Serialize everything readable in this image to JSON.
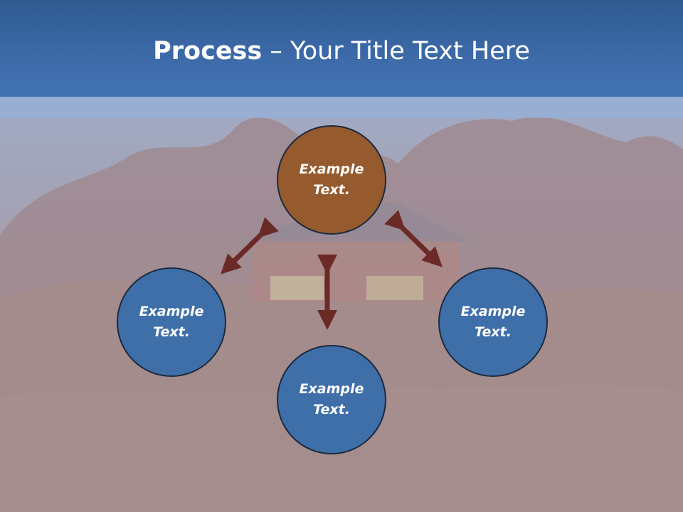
{
  "title": {
    "bold": "Process",
    "rest": " – Your Title Text Here"
  },
  "nodes": [
    {
      "label": "Example Text.",
      "color": "#955a2d",
      "position": "top"
    },
    {
      "label": "Example Text.",
      "color": "#3f6fa9",
      "position": "left"
    },
    {
      "label": "Example Text.",
      "color": "#3f6fa9",
      "position": "right"
    },
    {
      "label": "Example Text.",
      "color": "#3f6fa9",
      "position": "bottom"
    }
  ],
  "colors": {
    "header": "#3d6ba9",
    "arrow": "#6b2a26"
  }
}
